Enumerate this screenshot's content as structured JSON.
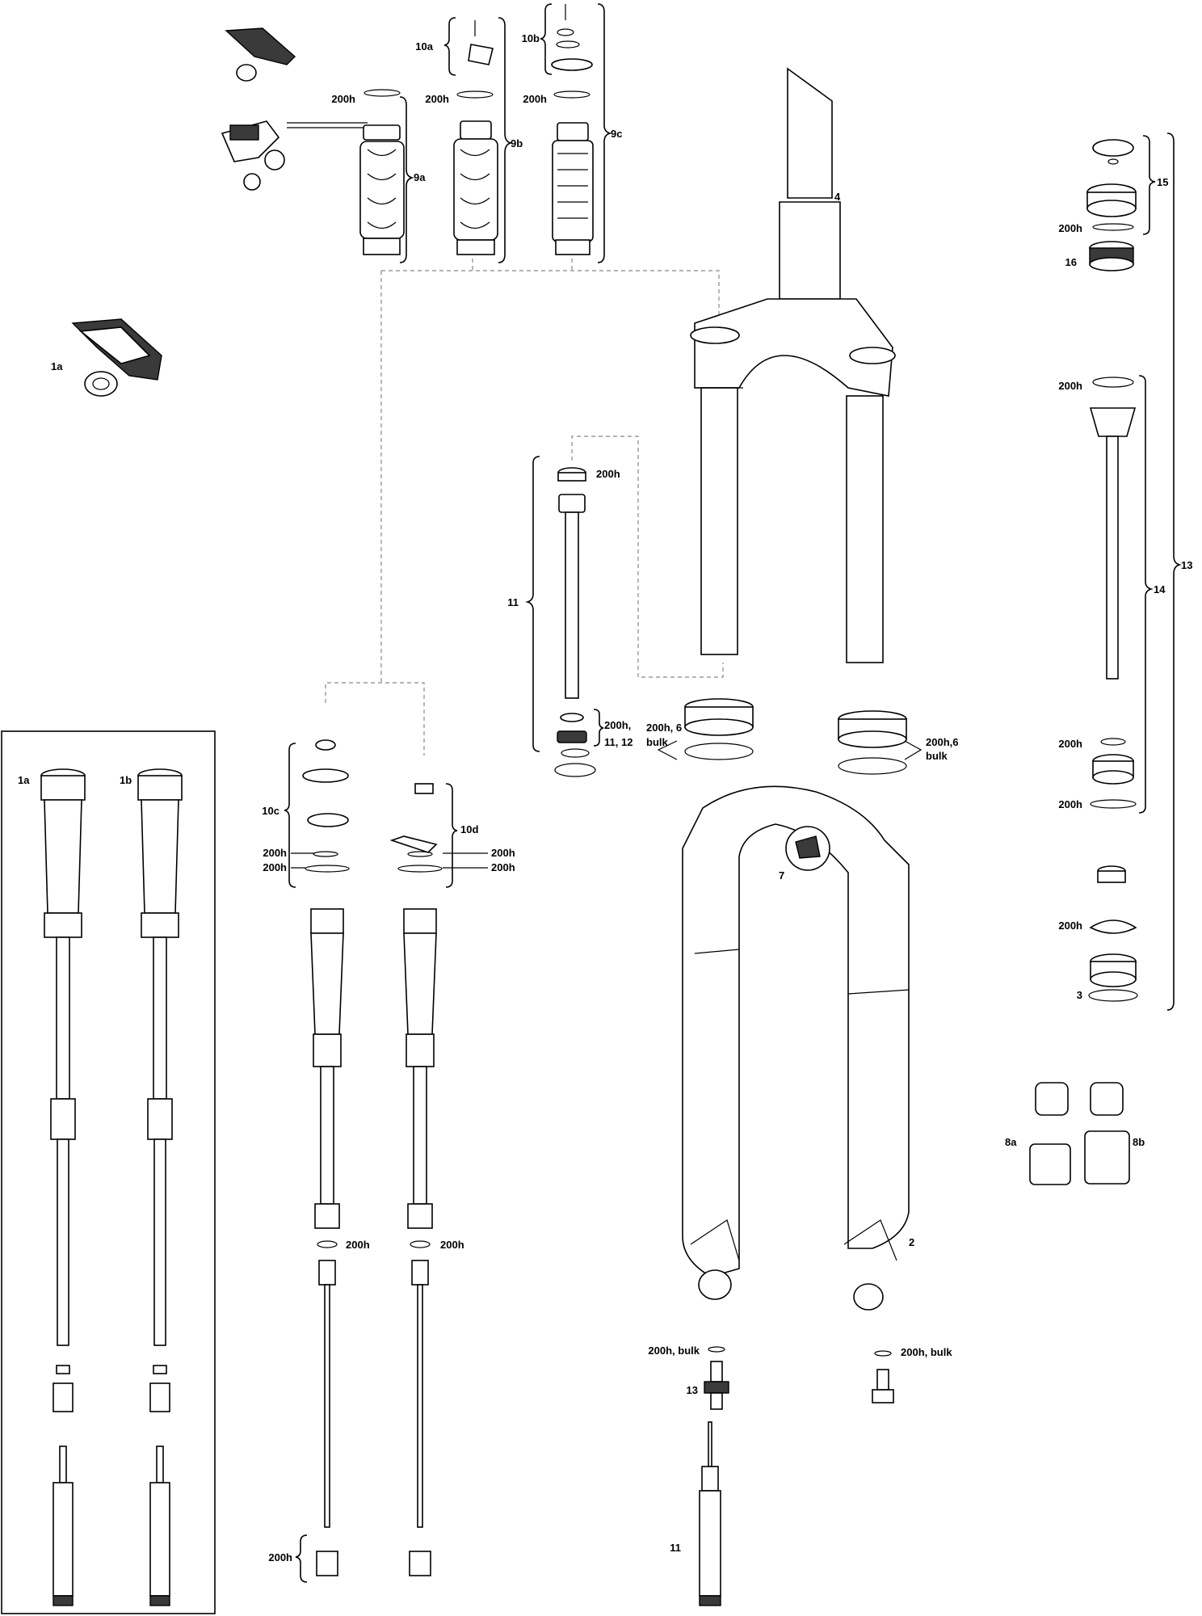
{
  "labels": {
    "l_1a_top": "1a",
    "l_1a_box": "1a",
    "l_1b_box": "1b",
    "l_2": "2",
    "l_3": "3",
    "l_4": "4",
    "l_7": "7",
    "l_8a": "8a",
    "l_8b": "8b",
    "l_9a": "9a",
    "l_9b": "9b",
    "l_9c": "9c",
    "l_10a": "10a",
    "l_10b": "10b",
    "l_10c": "10c",
    "l_10d": "10d",
    "l_11_mid": "11",
    "l_11_bot": "11",
    "l_13_right": "13",
    "l_13_bot": "13",
    "l_14": "14",
    "l_15": "15",
    "l_16": "16",
    "h_9a": "200h",
    "h_9b": "200h",
    "h_9c": "200h",
    "h_15": "200h",
    "h_14_top": "200h",
    "h_14_a": "200h",
    "h_14_b": "200h",
    "h_3": "200h",
    "h_11_top": "200h",
    "h_11_bot_1": "200h,",
    "h_11_bot_2": "11, 12",
    "h_left_seal_1": "200h, 6",
    "h_left_seal_2": "bulk",
    "h_right_seal_1": "200h,6",
    "h_right_seal_2": "bulk",
    "h_10c_1": "200h",
    "h_10c_2": "200h",
    "h_10d_1": "200h",
    "h_10d_2": "200h",
    "h_damp_l": "200h",
    "h_damp_r": "200h",
    "h_base": "200h",
    "h_bulk_l": "200h, bulk",
    "h_bulk_r": "200h, bulk"
  }
}
